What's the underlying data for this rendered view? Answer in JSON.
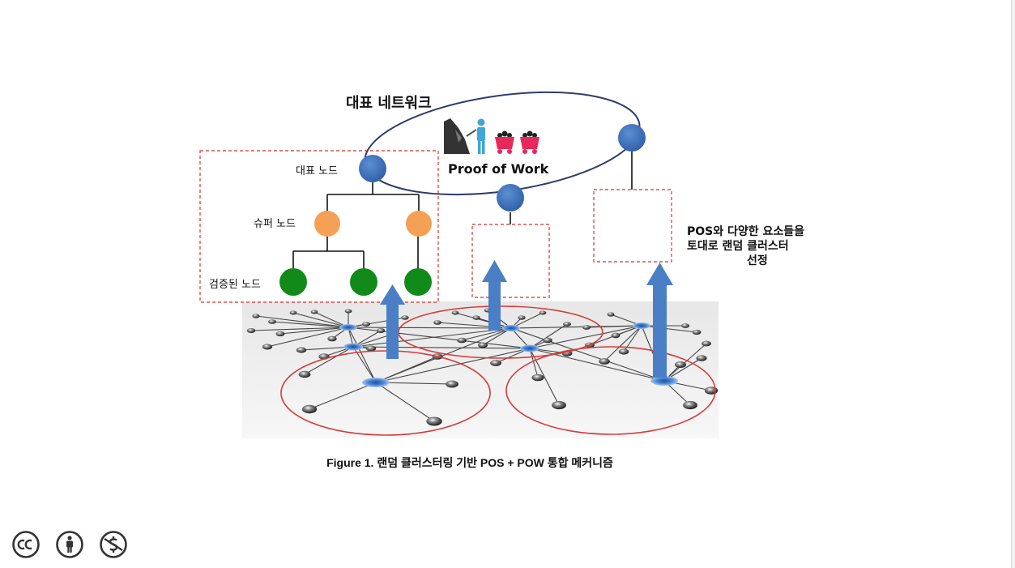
{
  "labels": {
    "network": "대표 네트워크",
    "pow": "Proof of Work",
    "rep_node": "대표 노드",
    "super_node": "슈퍼 노드",
    "verified_node": "검증된 노드",
    "pos_line1": "POS와 다양한 요소들을",
    "pos_line2": "토대로 랜덤 클러스터",
    "pos_line3": "선정"
  },
  "caption": "Figure 1. 랜덤 클러스터링 기반 POS + POW 통합 메커니즘",
  "license_icons": [
    "cc-icon",
    "by-icon",
    "nc-icon"
  ],
  "colors": {
    "blue_node": "#3b6fb8",
    "orange_node": "#f4a055",
    "green_node": "#128a1a",
    "dashed_box": "#d9534f",
    "ellipse": "#2b3d6b",
    "arrow": "#4a7fc6",
    "cluster_circle": "#d63a3a",
    "cart": "#e8285a"
  }
}
